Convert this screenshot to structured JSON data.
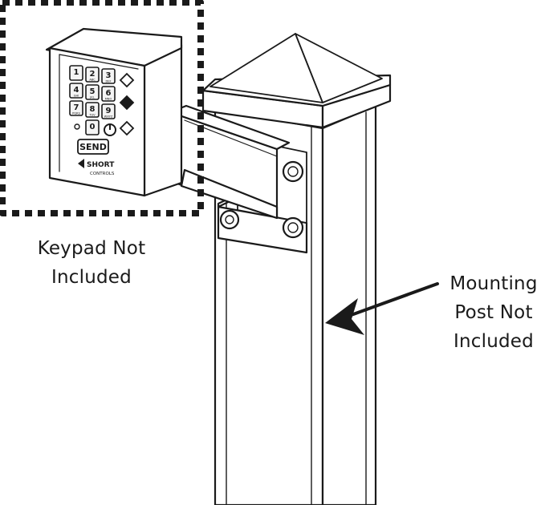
{
  "callouts": {
    "keypad": {
      "line1": "Keypad Not",
      "line2": "Included"
    },
    "post": {
      "line1": "Mounting",
      "line2": "Post Not",
      "line3": "Included"
    }
  },
  "keypad": {
    "keys": [
      {
        "digit": "1",
        "sub": ""
      },
      {
        "digit": "2",
        "sub": "ABC"
      },
      {
        "digit": "3",
        "sub": "DEF"
      },
      {
        "digit": "4",
        "sub": "GHI"
      },
      {
        "digit": "5",
        "sub": "JKL"
      },
      {
        "digit": "6",
        "sub": "MNO"
      },
      {
        "digit": "7",
        "sub": "PQRS"
      },
      {
        "digit": "8",
        "sub": "TUV"
      },
      {
        "digit": "9",
        "sub": "WXYZ"
      },
      {
        "digit": "0",
        "sub": ""
      }
    ],
    "send_label": "SEND",
    "brand_line1": "SHORT",
    "brand_line2": "CONTROLS"
  },
  "colors": {
    "line": "#1a1a1a",
    "fill": "#ffffff",
    "key": "#f4f4f4"
  }
}
